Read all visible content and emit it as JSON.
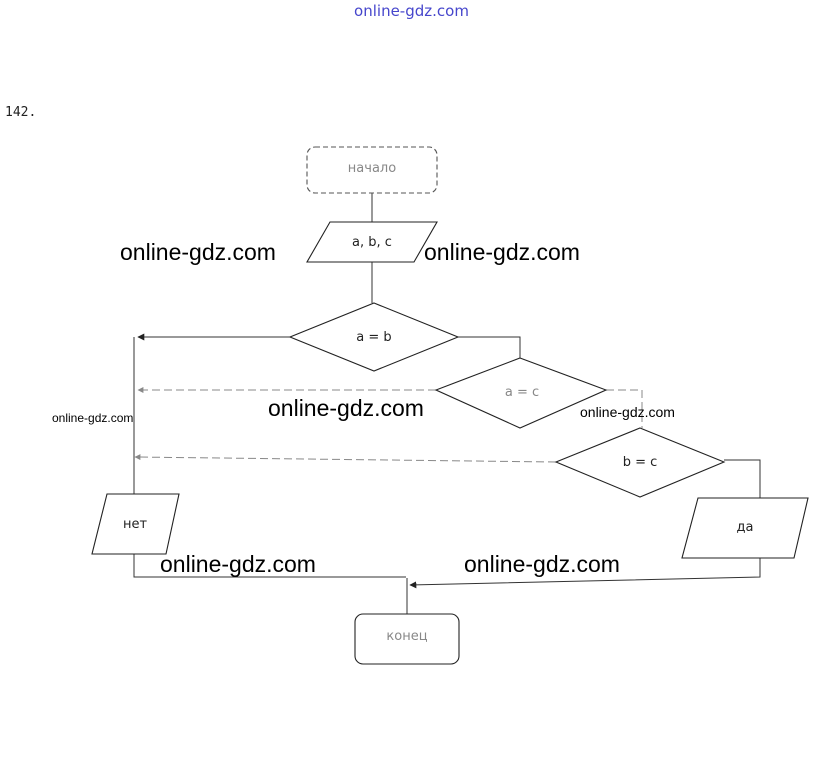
{
  "header": {
    "site": "online-gdz.com"
  },
  "task": {
    "number": "142."
  },
  "flowchart": {
    "start": "начало",
    "input": "a, b, c",
    "decision1": "a = b",
    "decision2": "a = c",
    "decision3": "b = c",
    "output_no": "нет",
    "output_yes": "да",
    "end": "конец"
  },
  "watermarks": {
    "w1": "online-gdz.com",
    "w2": "online-gdz.com",
    "w3": "online-gdz.com",
    "w4": "online-gdz.com",
    "w5": "online-gdz.com",
    "w6": "online-gdz.com",
    "w7": "online-gdz.com"
  }
}
